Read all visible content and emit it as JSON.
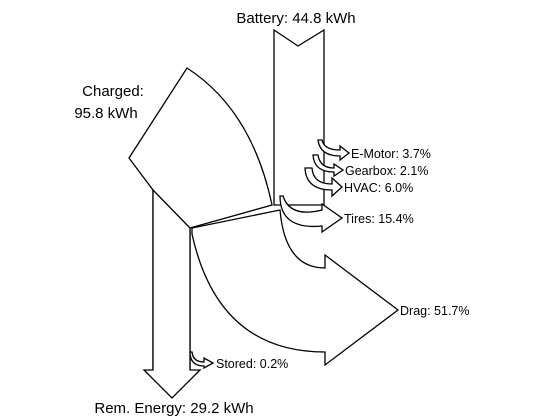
{
  "chart_data": {
    "type": "sankey",
    "inputs": [
      {
        "label": "Battery: 44.8 kWh",
        "value": 44.8,
        "unit": "kWh"
      },
      {
        "label": "Charged:",
        "label_value": "95.8 kWh",
        "value": 95.8,
        "unit": "kWh"
      }
    ],
    "outputs": [
      {
        "label": "E-Motor: 3.7%",
        "value": 3.7,
        "unit": "%"
      },
      {
        "label": "Gearbox: 2.1%",
        "value": 2.1,
        "unit": "%"
      },
      {
        "label": "HVAC: 6.0%",
        "value": 6.0,
        "unit": "%"
      },
      {
        "label": "Tires: 15.4%",
        "value": 15.4,
        "unit": "%"
      },
      {
        "label": "Drag: 51.7%",
        "value": 51.7,
        "unit": "%"
      },
      {
        "label": "Stored: 0.2%",
        "value": 0.2,
        "unit": "%"
      },
      {
        "label": "Rem. Energy: 29.2 kWh",
        "value": 29.2,
        "unit": "kWh"
      }
    ]
  }
}
